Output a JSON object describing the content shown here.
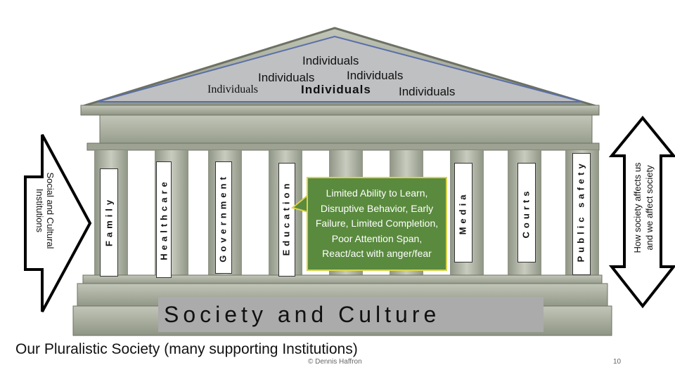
{
  "roof": {
    "labels": [
      "Individuals",
      "Individuals",
      "Individuals",
      "Individuals",
      "Individuals",
      "Individuals"
    ]
  },
  "pillars": [
    "Family",
    "Healthcare",
    "Government",
    "Education",
    "Media",
    "Courts",
    "Public safety"
  ],
  "left_arrow": {
    "label": "Social and Cultural Institutions"
  },
  "right_arrow": {
    "label": "How society affects us and we affect society"
  },
  "callout": {
    "text": "Limited Ability to Learn, Disruptive Behavior, Early Failure, Limited Completion, Poor Attention Span, React/act with anger/fear"
  },
  "base": {
    "label": "Society and Culture"
  },
  "caption": "Our Pluralistic Society (many supporting Institutions)",
  "copyright": "© Dennis Haffron",
  "page_number": "10",
  "colors": {
    "stone": "#a9ae9f",
    "callout_fill": "#5a8a3e",
    "callout_border": "#d9d34a",
    "banner": "#ababab"
  }
}
